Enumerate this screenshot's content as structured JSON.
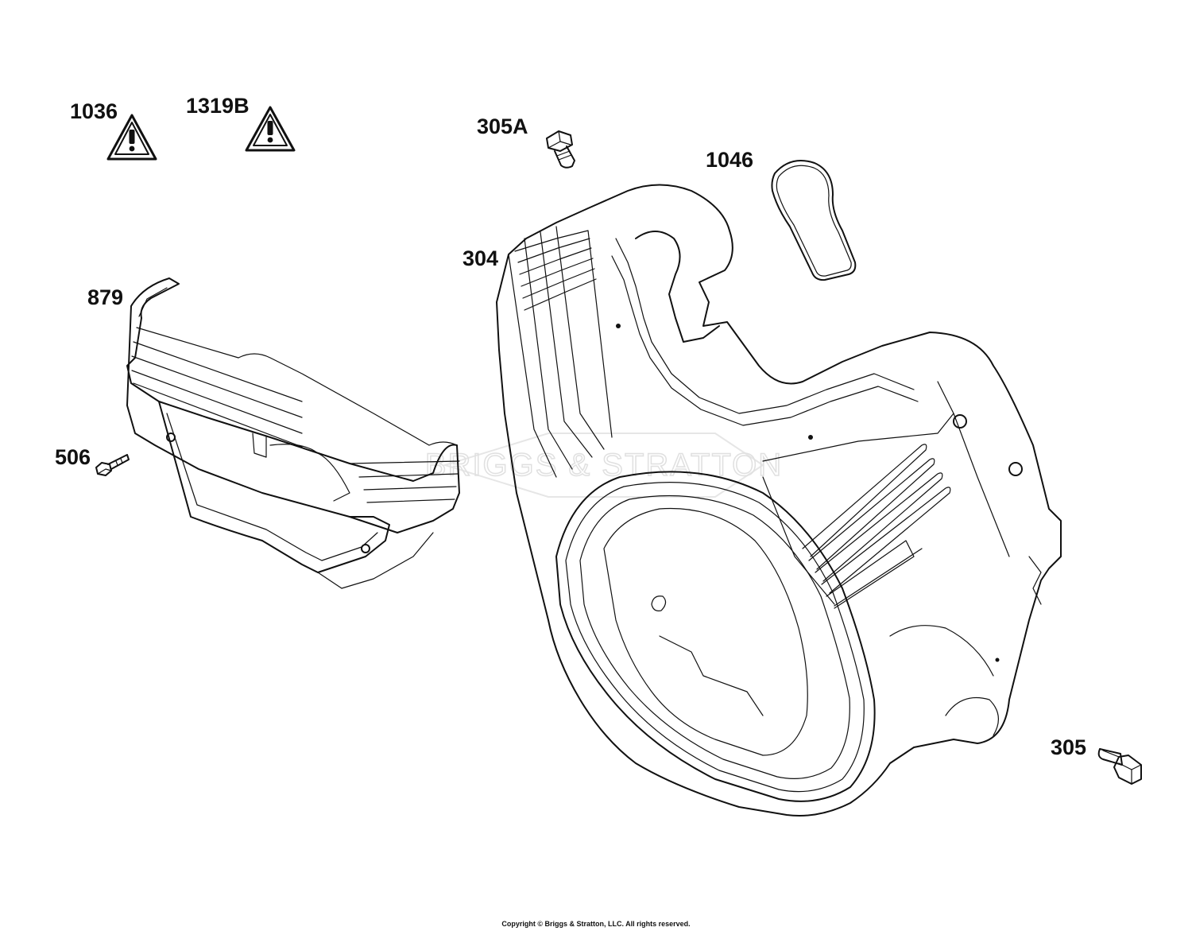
{
  "labels": {
    "p1036": "1036",
    "p1319b": "1319B",
    "p305a": "305A",
    "p1046": "1046",
    "p304": "304",
    "p879": "879",
    "p506": "506",
    "p305": "305"
  },
  "watermark": "BRIGGS & STRATTON",
  "copyright": "Copyright © Briggs & Stratton, LLC. All rights reserved."
}
